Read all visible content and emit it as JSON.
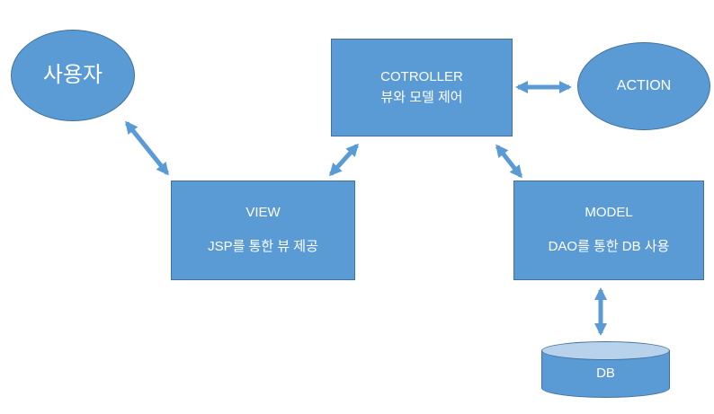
{
  "diagram": {
    "title_hint": "MVC architecture diagram",
    "colors": {
      "shape_fill": "#5b9bd5",
      "shape_border": "#41719c",
      "cylinder_top": "#b8d2ec",
      "text": "#ffffff",
      "background": "#ffffff"
    },
    "nodes": {
      "user": {
        "shape": "ellipse",
        "label": "사용자"
      },
      "controller": {
        "shape": "rect",
        "title": "COTROLLER",
        "subtitle": "뷰와 모델 제어"
      },
      "action": {
        "shape": "ellipse",
        "label": "ACTION"
      },
      "view": {
        "shape": "rect",
        "title": "VIEW",
        "subtitle": "JSP를 통한 뷰 제공"
      },
      "model": {
        "shape": "rect",
        "title": "MODEL",
        "subtitle": "DAO를 통한 DB 사용"
      },
      "db": {
        "shape": "cylinder",
        "label": "DB"
      }
    },
    "edges": [
      {
        "from": "user",
        "to": "view",
        "type": "double-arrow"
      },
      {
        "from": "view",
        "to": "controller",
        "type": "double-arrow"
      },
      {
        "from": "controller",
        "to": "action",
        "type": "double-arrow"
      },
      {
        "from": "controller",
        "to": "model",
        "type": "double-arrow"
      },
      {
        "from": "model",
        "to": "db",
        "type": "double-arrow"
      }
    ]
  }
}
